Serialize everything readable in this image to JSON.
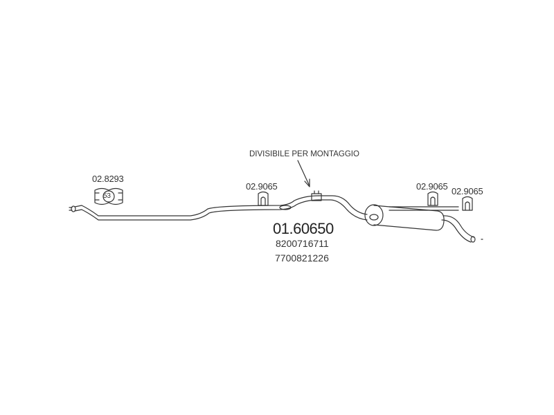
{
  "note": "DIVISIBILE PER MONTAGGIO",
  "main_part_number": "01.60650",
  "oem_numbers": [
    "8200716711",
    "7700821226"
  ],
  "components": {
    "clamp": {
      "part_number": "02.8293",
      "size": "53"
    },
    "hanger_1": {
      "part_number": "02.9065"
    },
    "hanger_2": {
      "part_number": "02.9065"
    },
    "hanger_3": {
      "part_number": "02.9065"
    }
  },
  "colors": {
    "line": "#333333",
    "background": "#ffffff"
  }
}
